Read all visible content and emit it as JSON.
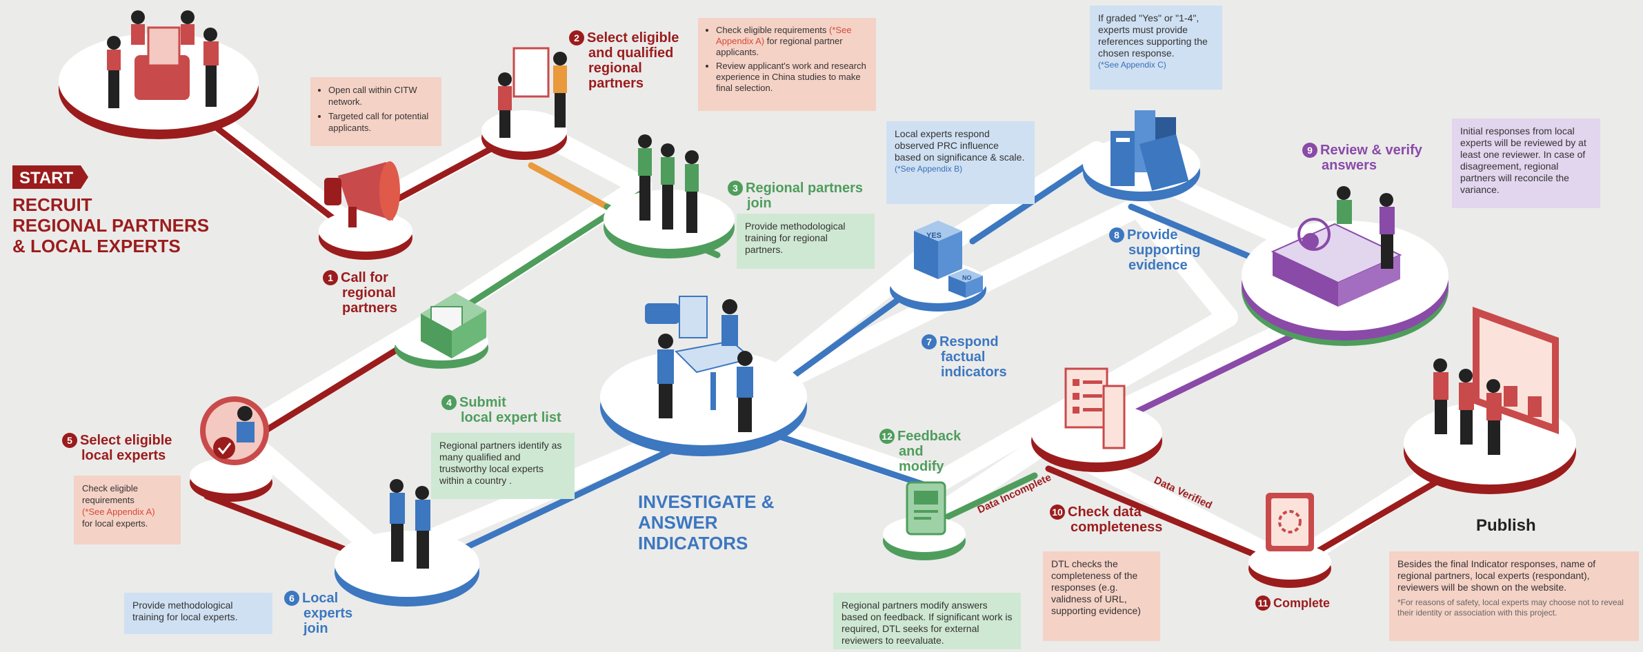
{
  "start": {
    "label": "START",
    "title_lines": [
      "RECRUIT",
      "REGIONAL PARTNERS",
      "& LOCAL EXPERTS"
    ]
  },
  "section_investigate": [
    "INVESTIGATE &",
    "ANSWER",
    "INDICATORS"
  ],
  "steps": {
    "s1": {
      "num": "1",
      "lines": [
        "Call for",
        "regional",
        "partners"
      ]
    },
    "s2": {
      "num": "2",
      "lines": [
        "Select eligible",
        "and qualified",
        "regional",
        "partners"
      ]
    },
    "s3": {
      "num": "3",
      "lines": [
        "Regional partners",
        "join"
      ]
    },
    "s4": {
      "num": "4",
      "lines": [
        "Submit",
        "local expert list"
      ]
    },
    "s5": {
      "num": "5",
      "lines": [
        "Select eligible",
        "local experts"
      ]
    },
    "s6": {
      "num": "6",
      "lines": [
        "Local",
        "experts",
        "join"
      ]
    },
    "s7": {
      "num": "7",
      "lines": [
        "Respond",
        "factual",
        "indicators"
      ]
    },
    "s8": {
      "num": "8",
      "lines": [
        "Provide",
        "supporting",
        "evidence"
      ]
    },
    "s9": {
      "num": "9",
      "lines": [
        "Review & verify",
        "answers"
      ]
    },
    "s10": {
      "num": "10",
      "lines": [
        "Check data",
        "completeness"
      ]
    },
    "s11": {
      "num": "11",
      "lines": [
        "Complete"
      ]
    },
    "s12": {
      "num": "12",
      "lines": [
        "Feedback",
        "and",
        "modify"
      ]
    },
    "publish": "Publish"
  },
  "notes": {
    "n1": [
      "Open call within CITW network.",
      "Targeted call for potential applicants."
    ],
    "n2a_pre": "Check eligible requirements ",
    "n2a_ref": "(*See Appendix A)",
    "n2a_post": " for regional partner applicants.",
    "n2b": "Review applicant's work and research experience in China studies to make final selection.",
    "n3": "Provide methodological training for regional partners.",
    "n4": "Regional partners identify as many qualified and trustworthy local experts within a country .",
    "n5_pre": "Check eligible requirements",
    "n5_ref": "(*See Appendix A)",
    "n5_post": "for local experts.",
    "n6": "Provide methodological training for local experts.",
    "n7_text": "Local experts respond observed PRC influence based on significance & scale.",
    "n7_ref": "(*See Appendix B)",
    "n8_text": "If graded \"Yes\" or \"1-4\", experts must provide references supporting the chosen response.",
    "n8_ref": "(*See Appendix C)",
    "n9": "Initial responses from local experts will be reviewed by at least one reviewer. In case of disagreement, regional partners will reconcile the variance.",
    "n10": "DTL checks the completeness of the responses (e.g. validness of URL, supporting evidence)",
    "n12": "Regional partners modify answers based on feedback. If significant work is required, DTL seeks for external reviewers to reevaluate.",
    "publish_main": "Besides the final Indicator responses, name of regional partners, local experts (respondant), reviewers will be shown on the website.",
    "publish_foot": "*For reasons of safety, local experts may choose not to reveal their identity or association with this project."
  },
  "path_labels": {
    "incomplete": "Data Incomplete",
    "verified": "Data Verified"
  },
  "icon_labels": {
    "yes": "YES",
    "no": "NO"
  },
  "colors": {
    "red": "#9b1c1c",
    "green": "#4f9d5c",
    "blue": "#3c77c0",
    "purple": "#8a4aa8",
    "orange": "#e89a3c"
  }
}
